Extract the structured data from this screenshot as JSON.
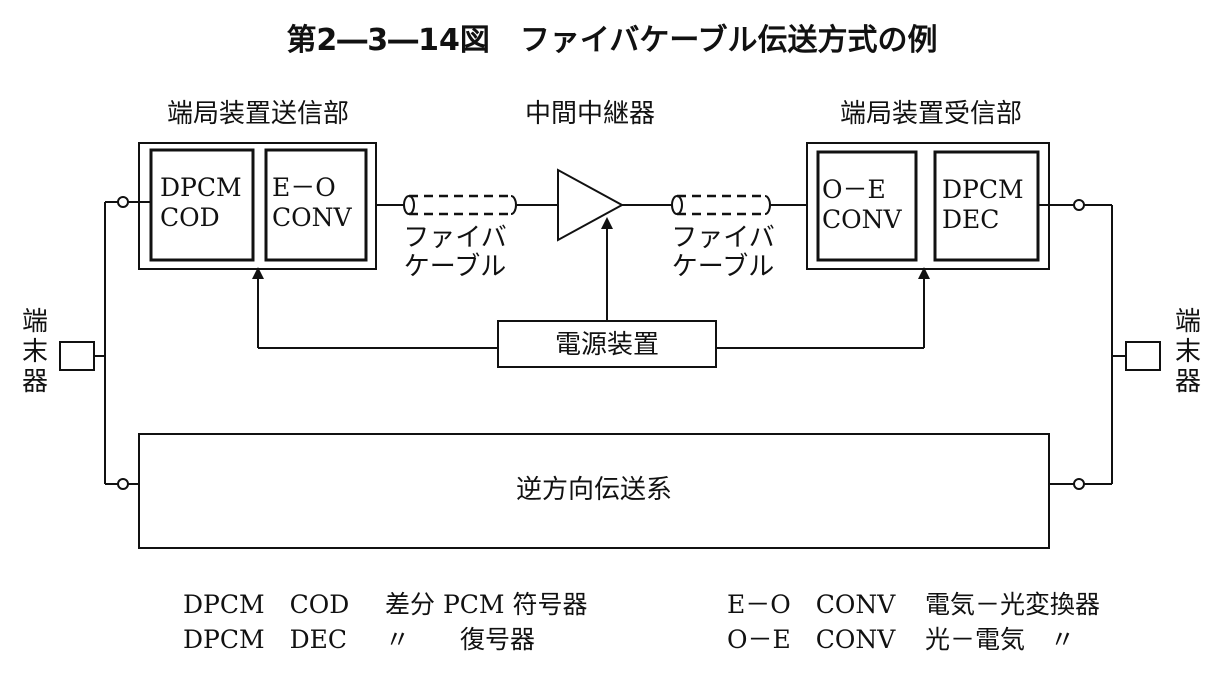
{
  "title": "第2―3―14図　ファイバケーブル伝送方式の例",
  "tx_unit": {
    "label": "端局装置送信部",
    "left_block": [
      "DPCM",
      "COD"
    ],
    "right_block": [
      "E－O",
      "CONV"
    ]
  },
  "repeater": {
    "label": "中間中継器"
  },
  "rx_unit": {
    "label": "端局装置受信部",
    "left_block": [
      "O－E",
      "CONV"
    ],
    "right_block": [
      "DPCM",
      "DEC"
    ]
  },
  "cable_left": [
    "ファイバ",
    "ケーブル"
  ],
  "cable_right": [
    "ファイバ",
    "ケーブル"
  ],
  "power_supply": "電源装置",
  "terminal_left": [
    "端",
    "末",
    "器"
  ],
  "terminal_right": [
    "端",
    "末",
    "器"
  ],
  "reverse_system": "逆方向伝送系",
  "legend": [
    {
      "abbr": "DPCM　COD",
      "desc": "差分 PCM 符号器"
    },
    {
      "abbr": "DPCM　DEC",
      "desc": "〃　　復号器"
    },
    {
      "abbr": "E－O　CONV",
      "desc": "電気－光変換器"
    },
    {
      "abbr": "O－E　CONV",
      "desc": "光－電気　〃"
    }
  ]
}
